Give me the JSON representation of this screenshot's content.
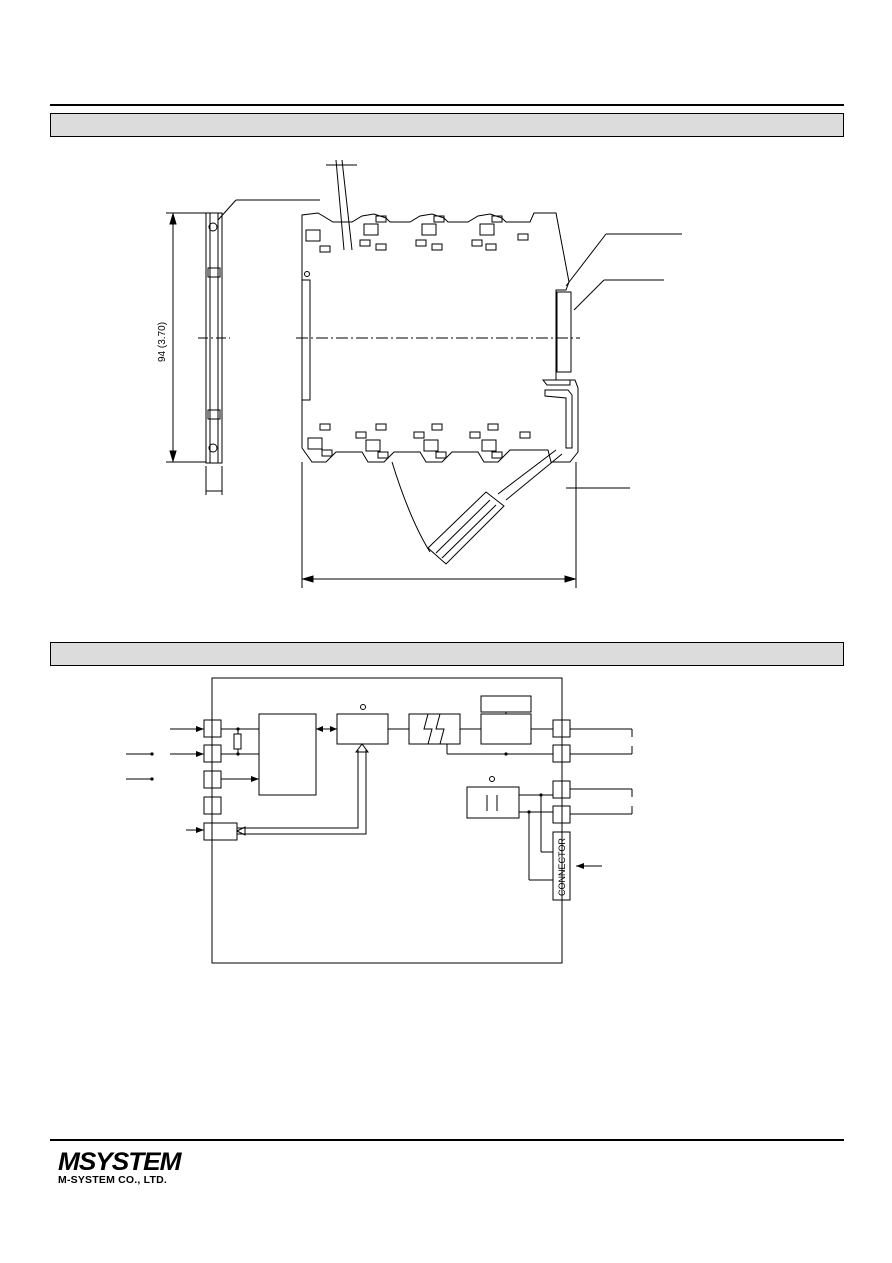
{
  "dimension_label": "94 (3.70)",
  "connector_label": "CONNECTOR",
  "logo": {
    "brand": "MSYSTEM",
    "company": "M-SYSTEM CO., LTD."
  }
}
